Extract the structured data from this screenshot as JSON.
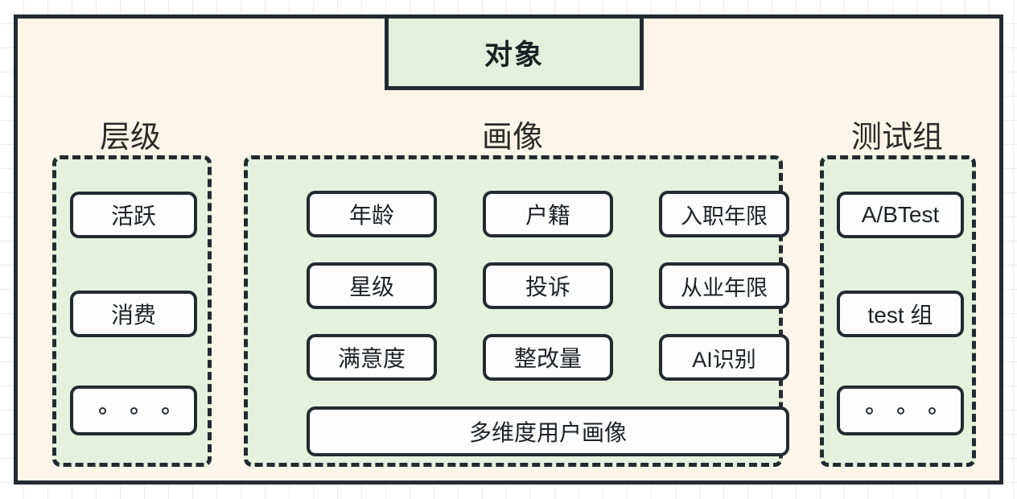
{
  "diagram": {
    "title": "对象",
    "columns": [
      {
        "label": "层级",
        "items": [
          {
            "text": "活跃",
            "type": "text"
          },
          {
            "text": "消费",
            "type": "text"
          },
          {
            "text": "。。。",
            "type": "ellipsis"
          }
        ]
      },
      {
        "label": "画像",
        "items": [
          {
            "text": "年龄",
            "type": "text"
          },
          {
            "text": "户籍",
            "type": "text"
          },
          {
            "text": "入职年限",
            "type": "text"
          },
          {
            "text": "星级",
            "type": "text"
          },
          {
            "text": "投诉",
            "type": "text"
          },
          {
            "text": "从业年限",
            "type": "text"
          },
          {
            "text": "满意度",
            "type": "text"
          },
          {
            "text": "整改量",
            "type": "text"
          },
          {
            "text": "AI识别",
            "type": "text"
          },
          {
            "text": "多维度用户画像",
            "type": "text"
          }
        ]
      },
      {
        "label": "测试组",
        "items": [
          {
            "text": "A/BTest",
            "type": "text"
          },
          {
            "text": "test 组",
            "type": "text"
          },
          {
            "text": "。。。",
            "type": "ellipsis"
          }
        ]
      }
    ]
  },
  "colors": {
    "canvas_background": "#ffffff",
    "grid_line": "#ececec",
    "container_fill": "#fbf6e9",
    "group_fill": "#e5f1dd",
    "title_fill": "#e4f0dd",
    "card_fill": "#fdfdfd",
    "stroke": "#232a31",
    "text": "#1c2126"
  }
}
